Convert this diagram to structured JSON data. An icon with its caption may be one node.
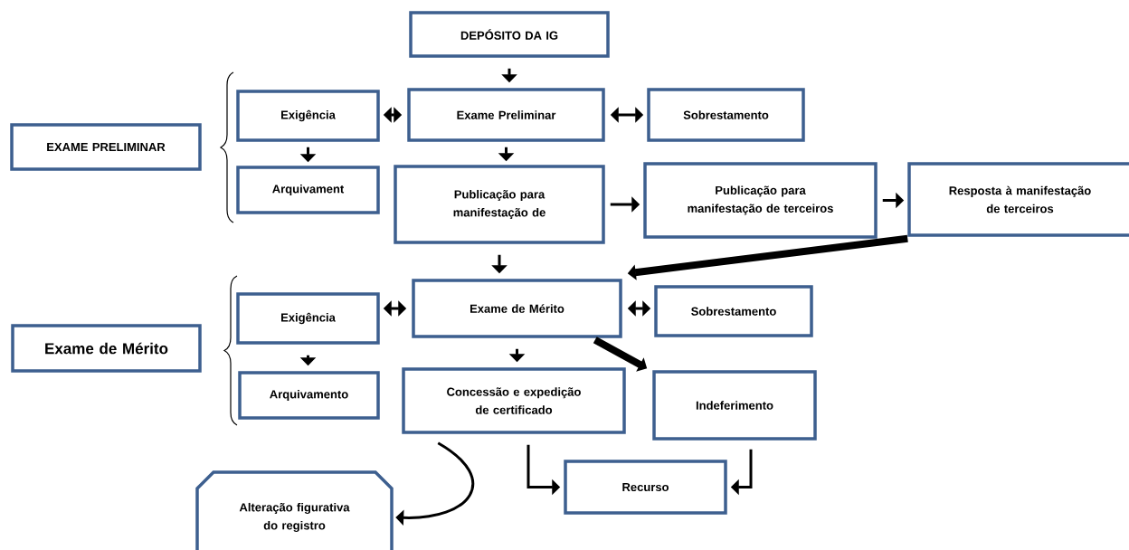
{
  "diagram": {
    "nodes": [
      {
        "text": [
          "DEPÓSITO DA IG"
        ]
      },
      {
        "text": [
          "EXAME PRELIMINAR"
        ]
      },
      {
        "text": [
          "Exigência"
        ]
      },
      {
        "text": [
          "Exame Preliminar"
        ]
      },
      {
        "text": [
          "Sobrestamento"
        ]
      },
      {
        "text": [
          "Arquivament"
        ]
      },
      {
        "text": [
          "Publicação para manifestação de"
        ]
      },
      {
        "text": [
          "Publicação para manifestação de terceiros"
        ]
      },
      {
        "text": [
          "Resposta à manifestação de terceiros"
        ]
      },
      {
        "text": [
          "Exame de Mérito"
        ]
      },
      {
        "text": [
          "Exigência"
        ]
      },
      {
        "text": [
          "Exame de Mérito"
        ]
      },
      {
        "text": [
          "Sobrestamento"
        ]
      },
      {
        "text": [
          "Arquivamento"
        ]
      },
      {
        "text": [
          "Concessão e expedição de certificado"
        ]
      },
      {
        "text": [
          "Indeferimento"
        ]
      },
      {
        "text": [
          "Recurso"
        ]
      },
      {
        "text": [
          "Alteração figurativa do registro"
        ]
      }
    ],
    "edges": [
      {
        "from": 0,
        "to": 3,
        "arrow": "to"
      },
      {
        "from": 3,
        "to": 2,
        "arrow": "both"
      },
      {
        "from": 3,
        "to": 4,
        "arrow": "both"
      },
      {
        "from": 2,
        "to": 5,
        "arrow": "to"
      },
      {
        "from": 3,
        "to": 6,
        "arrow": "to"
      },
      {
        "from": 6,
        "to": 7,
        "arrow": "to"
      },
      {
        "from": 7,
        "to": 8,
        "arrow": "to"
      },
      {
        "from": 8,
        "to": 11,
        "arrow": "to",
        "style": "thick"
      },
      {
        "from": 6,
        "to": 11,
        "arrow": "to"
      },
      {
        "from": 11,
        "to": 10,
        "arrow": "both"
      },
      {
        "from": 11,
        "to": 12,
        "arrow": "both"
      },
      {
        "from": 10,
        "to": 13,
        "arrow": "to"
      },
      {
        "from": 11,
        "to": 14,
        "arrow": "to"
      },
      {
        "from": 11,
        "to": 15,
        "arrow": "to",
        "style": "thick"
      },
      {
        "from": 14,
        "to": 17,
        "arrow": "to"
      },
      {
        "from": 14,
        "to": 16,
        "arrow": "to"
      },
      {
        "from": 15,
        "to": 16,
        "arrow": "to"
      }
    ]
  }
}
